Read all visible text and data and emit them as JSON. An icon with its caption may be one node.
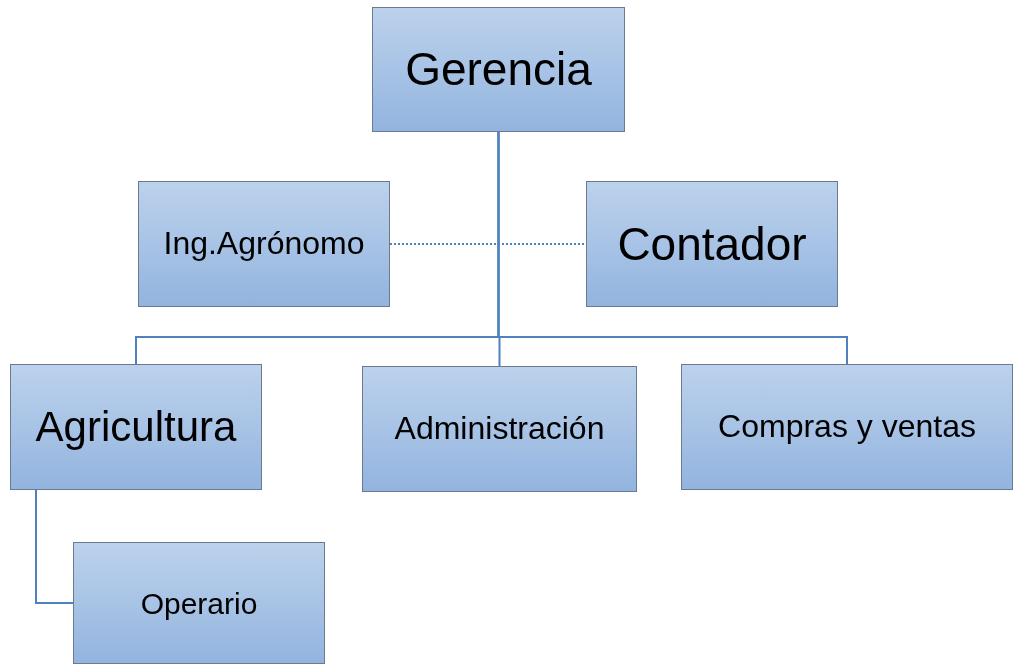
{
  "diagram": {
    "nodes": [
      {
        "text": [
          "Gerencia"
        ]
      },
      {
        "text": [
          "Ing.Agrónomo"
        ]
      },
      {
        "text": [
          "Contador"
        ]
      },
      {
        "text": [
          "Agricultura"
        ]
      },
      {
        "text": [
          "Administración"
        ]
      },
      {
        "text": [
          "Compras y ventas"
        ]
      },
      {
        "text": [
          "Operario"
        ]
      }
    ],
    "edges": [
      {
        "from": 0,
        "to": 3,
        "arrow": "none"
      },
      {
        "from": 0,
        "to": 4,
        "arrow": "none"
      },
      {
        "from": 0,
        "to": 5,
        "arrow": "none"
      },
      {
        "from": 1,
        "to": 2,
        "arrow": "none",
        "style": "dashed"
      },
      {
        "from": 3,
        "to": 6,
        "arrow": "none"
      }
    ]
  }
}
